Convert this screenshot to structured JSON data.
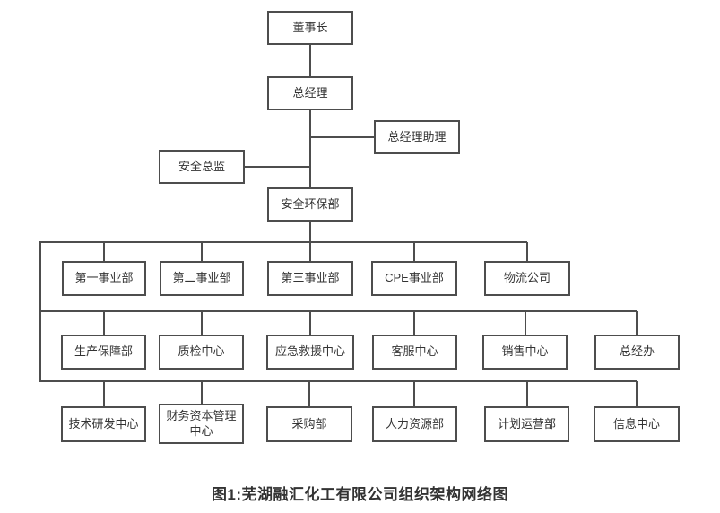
{
  "figure": {
    "caption": "图1:芜湖融汇化工有限公司组织架构网络图"
  },
  "org_chart": {
    "colors": {
      "line": "#4d4d4d",
      "text": "#333333",
      "background": "#ffffff"
    },
    "nodes": {
      "chairman": "董事长",
      "general_manager": "总经理",
      "gm_assistant": "总经理助理",
      "safety_director": "安全总监",
      "safety_env_dept": "安全环保部"
    },
    "row1": [
      "第一事业部",
      "第二事业部",
      "第三事业部",
      "CPE事业部",
      "物流公司"
    ],
    "row2": [
      "生产保障部",
      "质检中心",
      "应急救援中心",
      "客服中心",
      "销售中心",
      "总经办"
    ],
    "row3": [
      "技术研发中心",
      "财务资本管理中心",
      "采购部",
      "人力资源部",
      "计划运营部",
      "信息中心"
    ]
  }
}
